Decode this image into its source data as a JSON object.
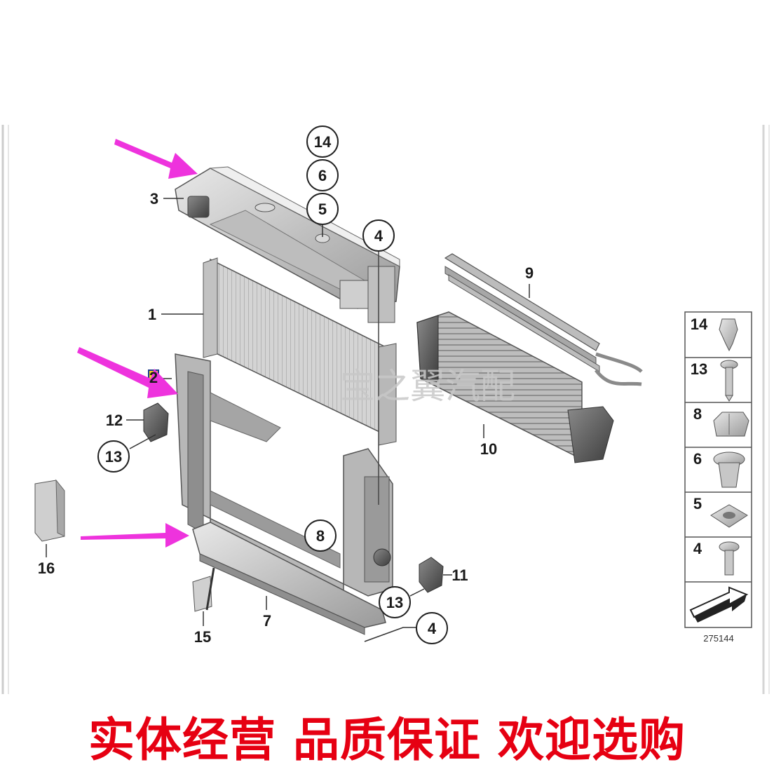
{
  "callouts": [
    {
      "id": "c14",
      "label": "14",
      "circled": true
    },
    {
      "id": "c6",
      "label": "6",
      "circled": true
    },
    {
      "id": "c5",
      "label": "5",
      "circled": true
    },
    {
      "id": "c4a",
      "label": "4",
      "circled": true
    },
    {
      "id": "c3",
      "label": "3",
      "circled": false
    },
    {
      "id": "c1",
      "label": "1",
      "circled": false
    },
    {
      "id": "c2",
      "label": "2",
      "circled": false
    },
    {
      "id": "c12",
      "label": "12",
      "circled": false
    },
    {
      "id": "c13a",
      "label": "13",
      "circled": true
    },
    {
      "id": "c16",
      "label": "16",
      "circled": false
    },
    {
      "id": "c8",
      "label": "8",
      "circled": true
    },
    {
      "id": "c9",
      "label": "9",
      "circled": false
    },
    {
      "id": "c10",
      "label": "10",
      "circled": false
    },
    {
      "id": "c11",
      "label": "11",
      "circled": false
    },
    {
      "id": "c13b",
      "label": "13",
      "circled": true
    },
    {
      "id": "c4b",
      "label": "4",
      "circled": true
    },
    {
      "id": "c7",
      "label": "7",
      "circled": false
    },
    {
      "id": "c15",
      "label": "15",
      "circled": false
    }
  ],
  "legend": {
    "items": [
      {
        "label": "14",
        "icon": "clip-rivet-icon"
      },
      {
        "label": "13",
        "icon": "screw-icon"
      },
      {
        "label": "8",
        "icon": "spring-clip-icon"
      },
      {
        "label": "6",
        "icon": "expansion-nut-icon"
      },
      {
        "label": "5",
        "icon": "rubber-mount-icon"
      },
      {
        "label": "4",
        "icon": "bolt-icon"
      }
    ],
    "direction_icon": "arrow-direction-icon",
    "diagram_id": "275144"
  },
  "watermark": "宝之翼汽配",
  "slogan": "实体经营 品质保证 欢迎选购",
  "colors": {
    "arrow": "#ee33dd",
    "slogan": "#e60012",
    "frame": "#d9d9d9",
    "part_stroke": "#555555"
  }
}
